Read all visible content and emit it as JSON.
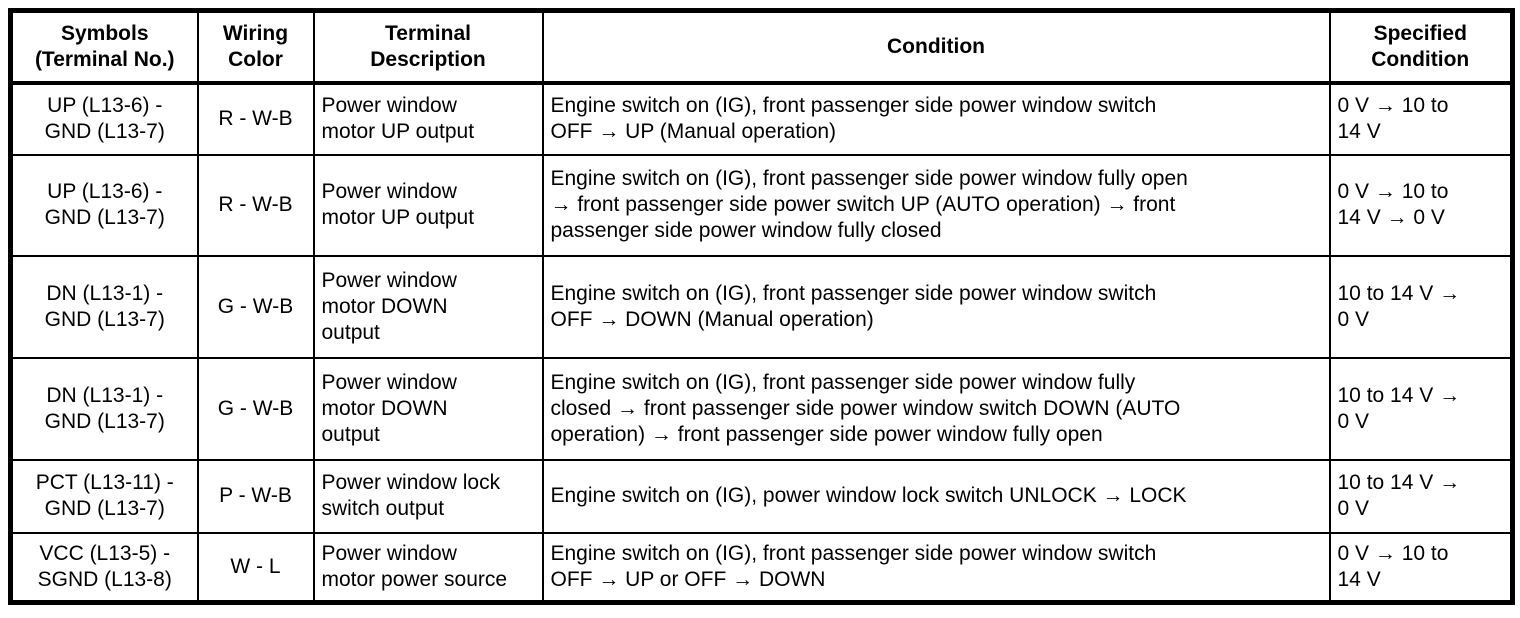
{
  "table": {
    "headers": {
      "symbols": "Symbols\n(Terminal No.)",
      "wiring_color": "Wiring\nColor",
      "terminal_description": "Terminal\nDescription",
      "condition": "Condition",
      "specified_condition": "Specified\nCondition"
    },
    "rows": [
      {
        "symbols": "UP (L13-6) -\nGND (L13-7)",
        "wiring_color": "R - W-B",
        "terminal_description": "Power window\nmotor UP output",
        "condition": "Engine switch on (IG), front passenger side power window switch\nOFF → UP (Manual operation)",
        "specified_condition": "0 V → 10 to\n14 V"
      },
      {
        "symbols": "UP (L13-6) -\nGND (L13-7)",
        "wiring_color": "R - W-B",
        "terminal_description": "Power window\nmotor UP output",
        "condition": "Engine switch on (IG), front passenger side power window fully open\n→ front passenger side power switch UP (AUTO operation) → front\npassenger side power window fully closed",
        "specified_condition": "0 V → 10 to\n14 V → 0 V"
      },
      {
        "symbols": "DN (L13-1) -\nGND (L13-7)",
        "wiring_color": "G - W-B",
        "terminal_description": "Power window\nmotor DOWN\noutput",
        "condition": "Engine switch on (IG), front passenger side power window switch\nOFF → DOWN (Manual operation)",
        "specified_condition": "10 to 14 V →\n0 V"
      },
      {
        "symbols": "DN (L13-1) -\nGND (L13-7)",
        "wiring_color": "G - W-B",
        "terminal_description": "Power window\nmotor DOWN\noutput",
        "condition": "Engine switch on (IG), front passenger side power window fully\nclosed → front passenger side power window switch DOWN (AUTO\noperation) → front passenger side power window fully open",
        "specified_condition": "10 to 14 V →\n0 V"
      },
      {
        "symbols": "PCT (L13-11) -\nGND (L13-7)",
        "wiring_color": "P - W-B",
        "terminal_description": "Power window lock\nswitch output",
        "condition": "Engine switch on (IG), power window lock switch UNLOCK → LOCK",
        "specified_condition": "10 to 14 V →\n0 V"
      },
      {
        "symbols": "VCC (L13-5) -\nSGND (L13-8)",
        "wiring_color": "W - L",
        "terminal_description": "Power window\nmotor power source",
        "condition": "Engine switch on (IG), front passenger side power window switch\nOFF → UP or OFF → DOWN",
        "specified_condition": "0 V → 10 to\n14 V"
      }
    ]
  }
}
